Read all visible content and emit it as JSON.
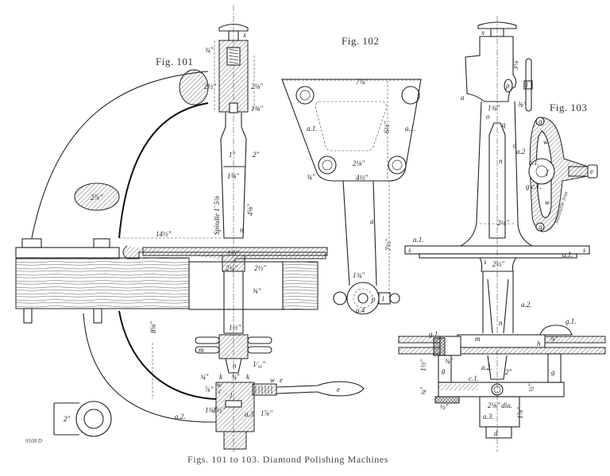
{
  "caption": "Figs. 101 to 103.   Diamond Polishing Machines",
  "figures": {
    "fig101": {
      "title": "Fig. 101",
      "labels": {
        "x": "x",
        "n": "n",
        "m": "m",
        "k_left": "k",
        "k_right": "k",
        "c": "c",
        "j": "j",
        "w": "w",
        "w_spring": "w",
        "e_small": "e",
        "e_handle": "e",
        "a2": "a.2.",
        "a3": "a.3",
        "spindle": "Spindle 1' 5⅛"
      },
      "dimensions": {
        "d_top_3_4": "¾\"",
        "d_2_half": "2½\"",
        "d_2_1_8": "2⅛\"",
        "d_1_3_8": "1⅜\"",
        "d_1": "1\"",
        "d_2": "2\"",
        "d_1_1_8": "1⅛\"",
        "d_4_5_8": "4⅝\"",
        "d_1_half": "1½\"",
        "d_2_1_4": "2¼\"",
        "d_2_half_b": "2½\"",
        "d_3_8": "⅜\"",
        "d_1_half_b": "1½\"",
        "d_1_16": "1⁄₁₆\"",
        "d_arm": "2⅞\"",
        "d_14_half": "14½\"",
        "d_8_5_8": "8⅝\"",
        "d_3_4_b": "¾\"",
        "d_7_8": "⅞\"",
        "d_3_4_c": "¾\"",
        "d_1_1_8_b": "1⅛\"",
        "d_1_1_2": "1½\"",
        "d_7_8_b": "⅞\"",
        "d_1_7_8": "1⅞\"",
        "d_2_foot": "2\""
      }
    },
    "fig102": {
      "title": "Fig. 102",
      "labels": {
        "a1_left": "a.1.",
        "a1_right": "a.1.",
        "a": "a",
        "a4": "a.4",
        "p": "p",
        "l": "l"
      },
      "dimensions": {
        "d_7_1_4": "7¼\"",
        "d_6_half": "6½\"",
        "d_2_1_8": "2⅛\"",
        "d_4_half": "4½\"",
        "d_3_4": "¾\"",
        "d_7_half": "7½\"",
        "d_1_3_4": "1¾\""
      }
    },
    "fig103": {
      "title": "Fig. 103",
      "labels": {
        "x": "x",
        "p": "p",
        "l": "l",
        "a_left": "a",
        "o": "o",
        "q": "q",
        "a": "a",
        "a2_top": "a.2",
        "n_top": "n",
        "c1": "c.1.",
        "f": "f",
        "e": "e",
        "g_top": "g",
        "g_bottom": "g",
        "g_c1": "g c.1.",
        "w_top": "w",
        "w_bottom": "w",
        "malleable": "Malleable Iron",
        "a1_top": "a.1.",
        "a1_bottom": "a.1.",
        "s_left": "s",
        "s_right": "s",
        "s_hub": "s",
        "a2": "a.2.",
        "n": "n",
        "g1_left": "g.1.",
        "g1_right": "g.1.",
        "m": "m",
        "h": "h",
        "a2_low": "a.2.",
        "c1_low": "c.1.",
        "g_post_left": "g",
        "g_post_right": "g",
        "a3": "a.3.",
        "d": "d"
      },
      "dimensions": {
        "d_3_4": "3¼\"",
        "d_3_8": "⅜\"",
        "d_1_3_4": "1¾\"",
        "d_2_1_4": "2¼\"",
        "d_2_half": "2½\"",
        "d_7_8": "⅞\"",
        "d_1_half_post": "1½\"",
        "d_3_16": "¾\"",
        "d_2": "2\"",
        "d_1_2": "½\"",
        "d_3_4_b": "¾\"",
        "d_1_2_b": "½\"",
        "d_2_dia": "2⅛\" dia.",
        "d_1_7_8": "1⅞\""
      }
    }
  },
  "engraver_mark": "9108 D"
}
